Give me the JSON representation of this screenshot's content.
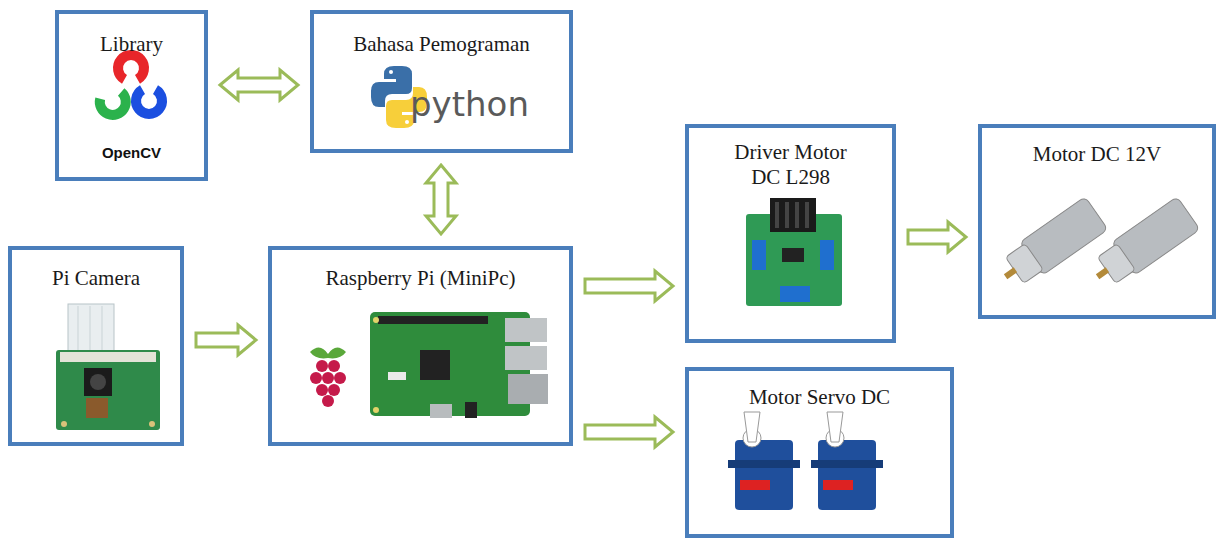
{
  "diagram": {
    "nodes": [
      {
        "text": [
          "Library",
          "OpenCV"
        ]
      },
      {
        "text": [
          "Bahasa Pemograman",
          "python"
        ]
      },
      {
        "text": [
          "Driver Motor DC L298"
        ]
      },
      {
        "text": [
          "Motor DC 12V"
        ]
      },
      {
        "text": [
          "Pi Camera"
        ]
      },
      {
        "text": [
          "Raspberry Pi (MiniPc)"
        ]
      },
      {
        "text": [
          "Motor Servo DC"
        ]
      }
    ],
    "edges": [
      {
        "from": 0,
        "to": 1,
        "arrow": "both"
      },
      {
        "from": 1,
        "to": 5,
        "arrow": "both"
      },
      {
        "from": 4,
        "to": 5,
        "arrow": "to"
      },
      {
        "from": 5,
        "to": 2,
        "arrow": "to"
      },
      {
        "from": 2,
        "to": 3,
        "arrow": "to"
      },
      {
        "from": 5,
        "to": 6,
        "arrow": "to"
      }
    ]
  }
}
